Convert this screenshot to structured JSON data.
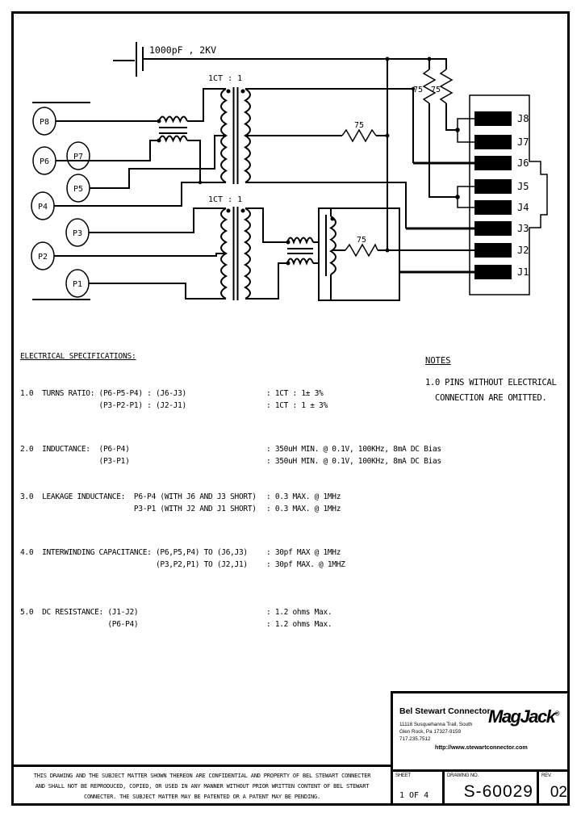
{
  "schematic": {
    "cap_label": "1000pF , 2KV",
    "turns_ratio": "1CT : 1",
    "resistor_value": "75",
    "pins": [
      "P8",
      "P7",
      "P6",
      "P5",
      "P4",
      "P3",
      "P2",
      "P1"
    ],
    "jacks": [
      "J8",
      "J7",
      "J6",
      "J5",
      "J4",
      "J3",
      "J2",
      "J1"
    ]
  },
  "specs": {
    "title": "ELECTRICAL SPECIFICATIONS:",
    "items": [
      {
        "label": "1.0  TURNS RATIO: (P6-P5-P4) : (J6-J3)\n                  (P3-P2-P1) : (J2-J1)",
        "value": ": 1CT : 1± 3%\n: 1CT : 1 ± 3%"
      },
      {
        "label": "2.0  INDUCTANCE:  (P6-P4)\n                  (P3-P1)",
        "value": ": 350uH MIN. @ 0.1V, 100KHz, 8mA DC Bias\n: 350uH MIN. @ 0.1V, 100KHz, 8mA DC Bias"
      },
      {
        "label": "3.0  LEAKAGE INDUCTANCE:  P6-P4 (WITH J6 AND J3 SHORT)\n                          P3-P1 (WITH J2 AND J1 SHORT)",
        "value": ": 0.3 MAX. @ 1MHz\n: 0.3 MAX. @ 1MHz"
      },
      {
        "label": "4.0  INTERWINDING CAPACITANCE: (P6,P5,P4) TO (J6,J3)\n                               (P3,P2,P1) TO (J2,J1)",
        "value": ": 30pf MAX @ 1MHz\n: 30pf MAX. @ 1MHZ"
      },
      {
        "label": "5.0  DC RESISTANCE: (J1-J2)\n                    (P6-P4)",
        "value": ": 1.2 ohms Max.\n: 1.2 ohms Max."
      }
    ]
  },
  "notes": {
    "title": "NOTES",
    "body": "1.0 PINS WITHOUT ELECTRICAL\n  CONNECTION ARE OMITTED."
  },
  "title_block": {
    "company": "Bel Stewart Connector",
    "address_line1": "11118 Susquehanna Trail, South",
    "address_line2": "Glen Rock, Pa  17327-9159",
    "phone": "717.235.7512",
    "brand": "MagJack",
    "brand_mark": "®",
    "url": "http://www.stewartconnector.com",
    "sheet_label": "SHEET",
    "sheet_value": "1 OF 4",
    "drawing_no_label": "DRAWING NO.",
    "drawing_no_value": "S-60029",
    "rev_label": "REV.",
    "rev_value": "02"
  },
  "disclaimer": {
    "line1": "THIS DRAWING AND THE SUBJECT MATTER SHOWN THEREON ARE CONFIDENTIAL AND PROPERTY OF BEL STEWART CONNECTER",
    "line2": "AND SHALL NOT BE REPRODUCED, COPIED, OR USED IN ANY MANNER WITHOUT PRIOR WRITTEN CONTENT OF BEL STEWART",
    "line3": "CONNECTER.  THE SUBJECT MATTER MAY BE PATENTED OR A PATENT MAY BE PENDING."
  }
}
